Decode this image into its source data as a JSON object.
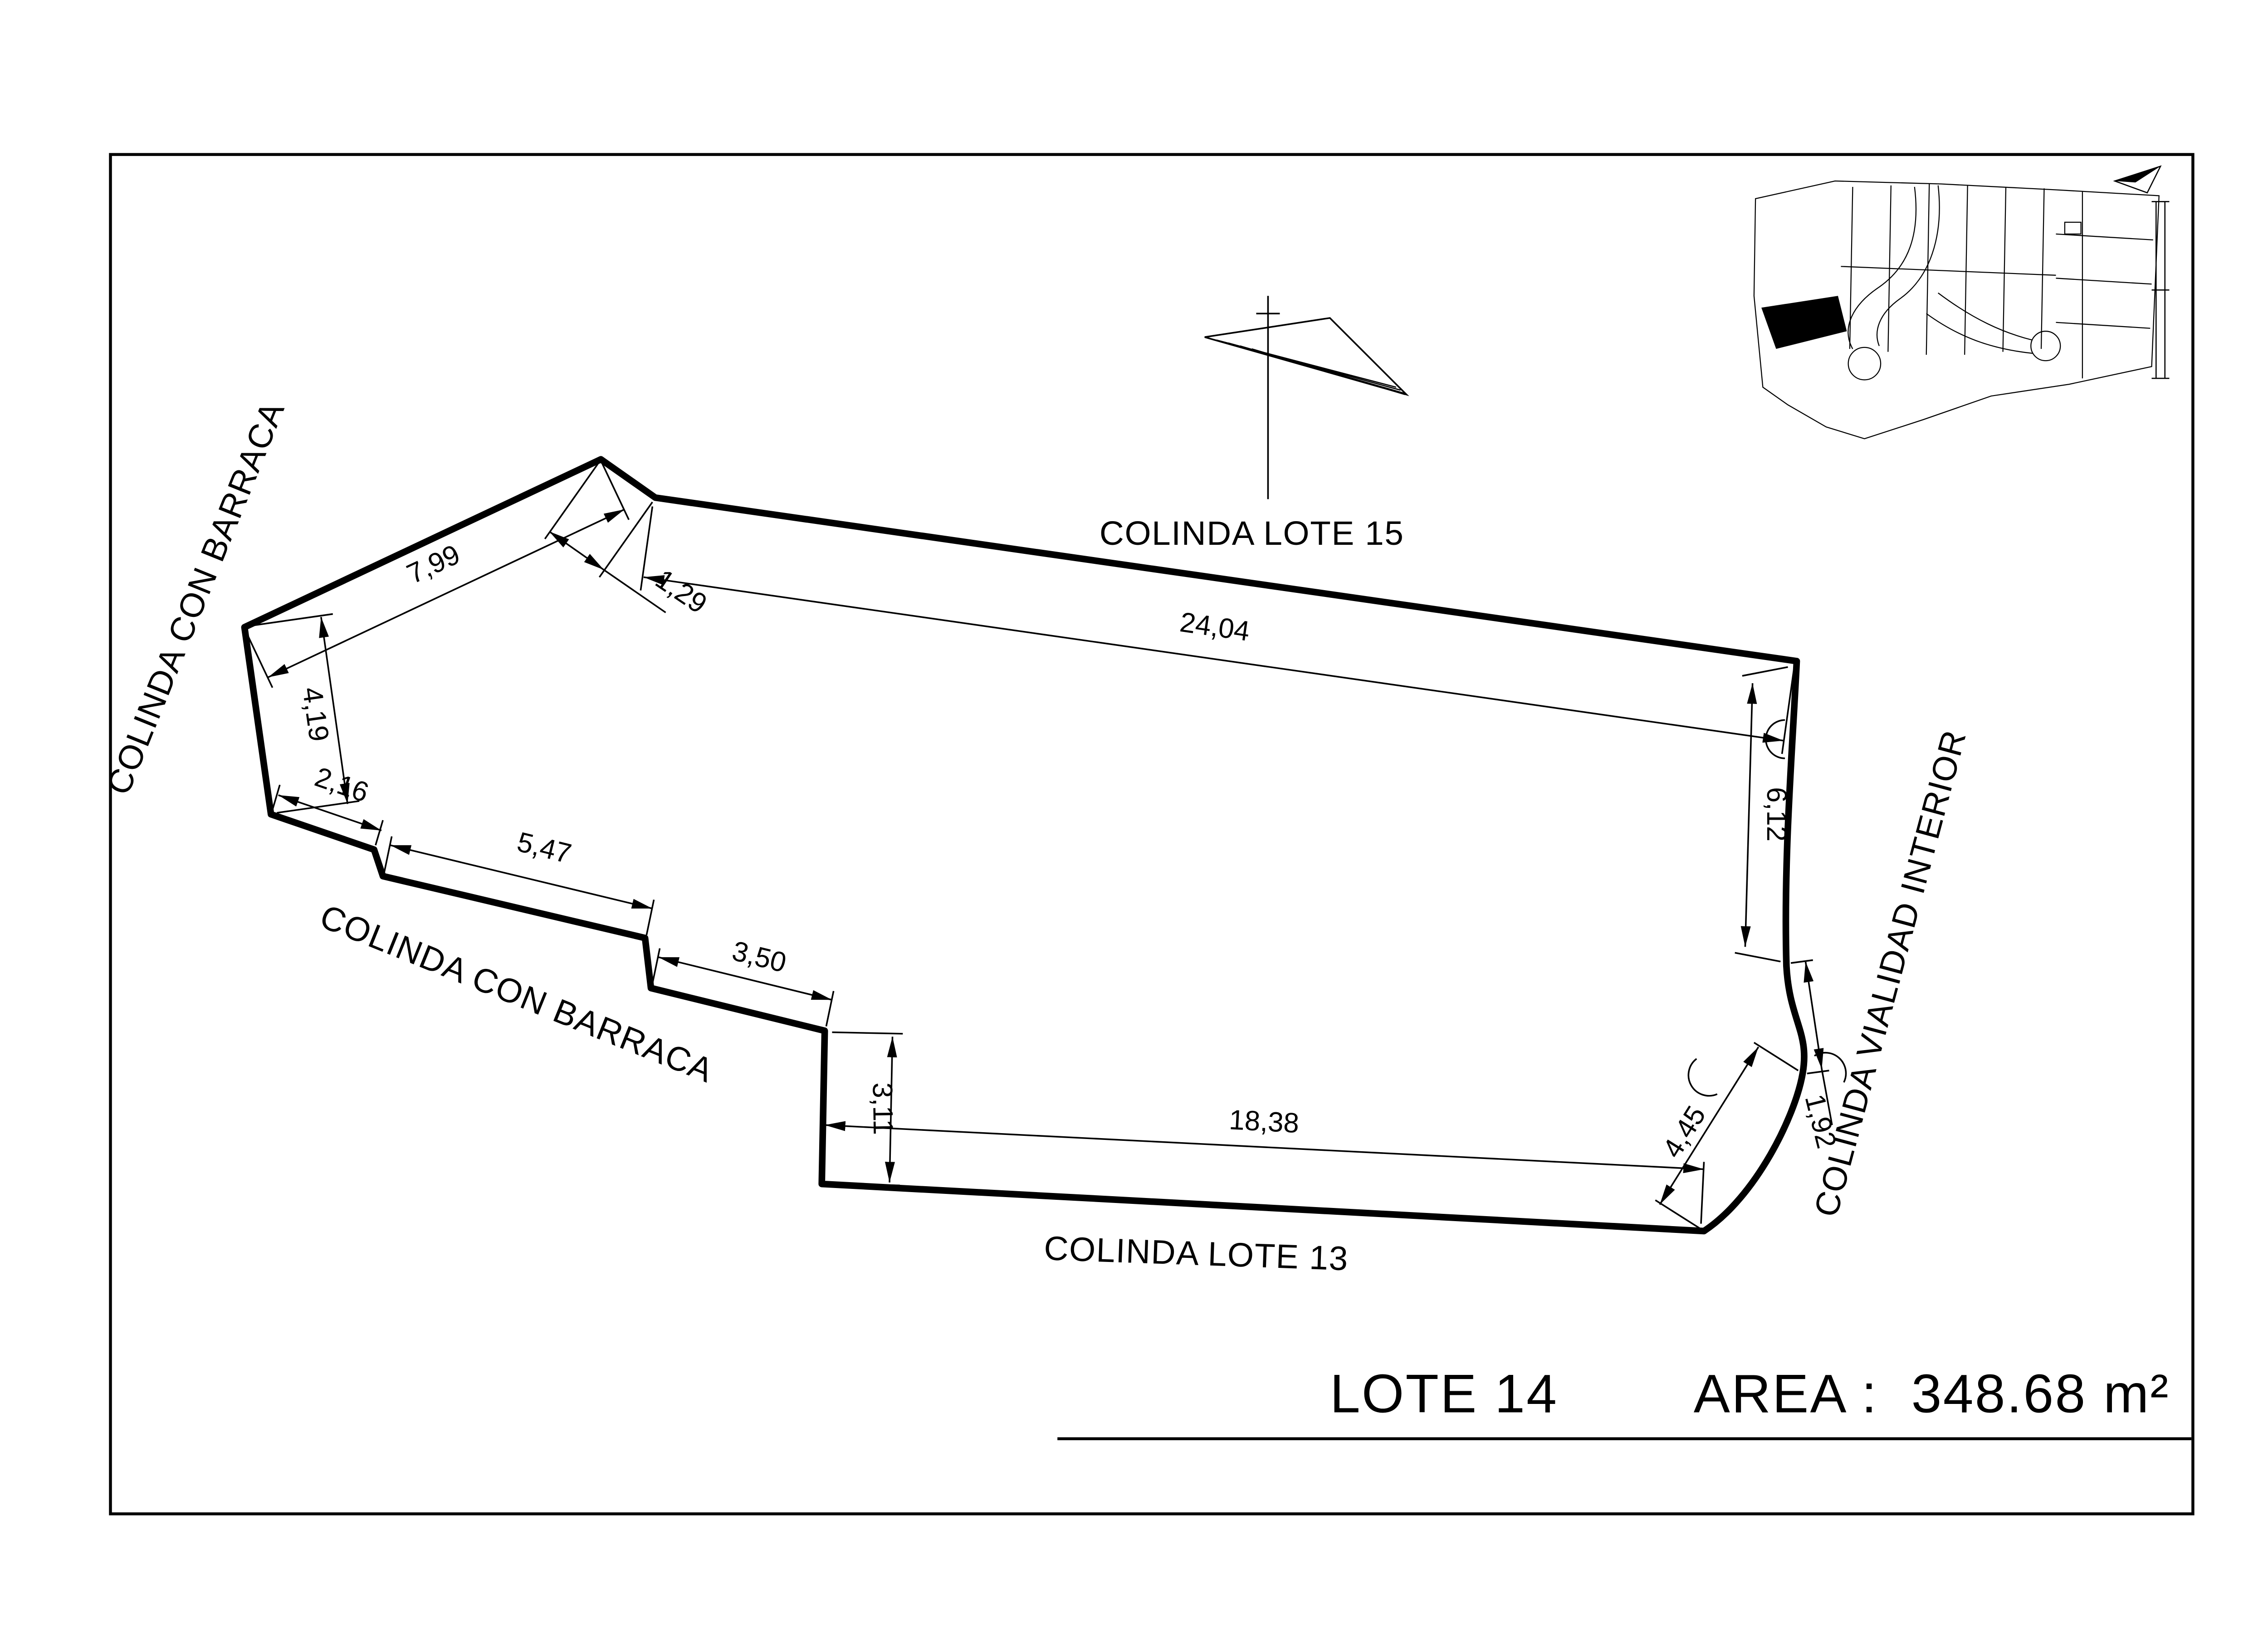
{
  "title_block": {
    "lot": "LOTE 14",
    "area": "AREA :  348.68 m²"
  },
  "boundary_labels": {
    "left": "COLINDA CON BARRACA",
    "lower_left": "COLINDA CON BARRACA",
    "top": "COLINDA LOTE 15",
    "bottom": "COLINDA LOTE 13",
    "right": "COLINDA VIALIDAD INTERIOR"
  },
  "dimensions": {
    "nw_edge": "7,99",
    "nw_notch": "1,29",
    "top_edge": "24,04",
    "west_edge": "4,19",
    "jog_1": "2,16",
    "step_1": "5,47",
    "step_2": "3,50",
    "step_3": "3,11",
    "bottom_edge": "18,38",
    "se_curve_long": "4,45",
    "se_curve_short": "1,92",
    "east_edge": "6,12"
  },
  "colors": {
    "ink": "#000000",
    "paper": "#ffffff",
    "highlight_lot_fill": "#000000"
  }
}
